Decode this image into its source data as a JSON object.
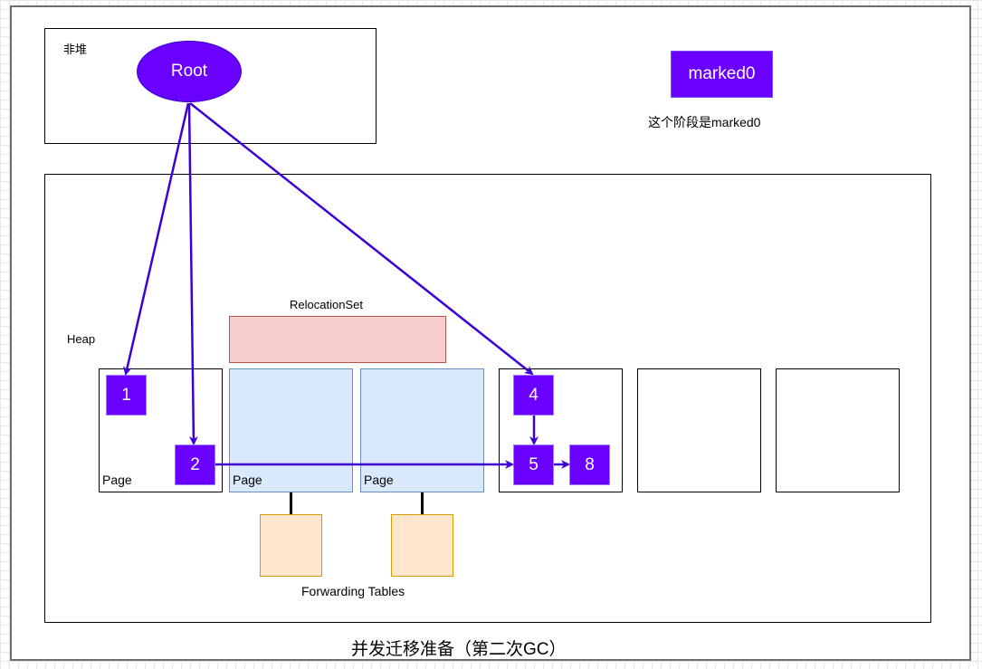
{
  "diagram": {
    "title": "并发迁移准备（第二次GC）",
    "non_heap": {
      "label": "非堆",
      "root_label": "Root"
    },
    "phase": {
      "badge_label": "marked0",
      "description": "这个阶段是marked0"
    },
    "heap": {
      "label": "Heap",
      "relocation_set_label": "RelocationSet",
      "forwarding_tables_label": "Forwarding Tables",
      "pages": [
        {
          "label": "Page",
          "in_relocation_set": false,
          "objects": [
            "1",
            "2"
          ]
        },
        {
          "label": "Page",
          "in_relocation_set": true,
          "objects": []
        },
        {
          "label": "Page",
          "in_relocation_set": true,
          "objects": []
        },
        {
          "label": "",
          "in_relocation_set": false,
          "objects": [
            "4",
            "5",
            "8"
          ]
        },
        {
          "label": "",
          "in_relocation_set": false,
          "objects": []
        },
        {
          "label": "",
          "in_relocation_set": false,
          "objects": []
        }
      ]
    },
    "references": [
      {
        "from": "Root",
        "to": "1"
      },
      {
        "from": "Root",
        "to": "2"
      },
      {
        "from": "Root",
        "to": "4"
      },
      {
        "from": "2",
        "to": "5"
      },
      {
        "from": "4",
        "to": "5"
      },
      {
        "from": "5",
        "to": "8"
      }
    ],
    "colors": {
      "object": "#6a00ff",
      "arrow": "#3c00d6",
      "relocation_set": "#f8cecc",
      "relocation_page": "#dae8fc",
      "forwarding_table": "#ffe6cc"
    }
  }
}
